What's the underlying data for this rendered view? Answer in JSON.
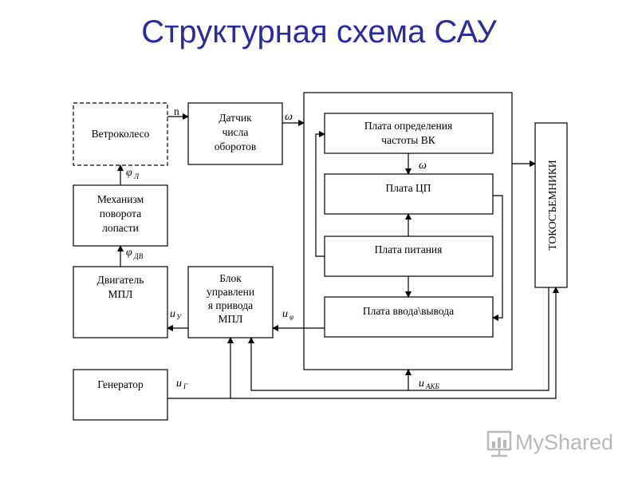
{
  "title": "Структурная схема САУ",
  "blocks": {
    "wind": "Ветроколесо",
    "sensor": [
      "Датчик",
      "числа",
      "оборотов"
    ],
    "mech": [
      "Механизм",
      "поворота",
      "лопасти"
    ],
    "motor": [
      "Двигатель",
      "МПЛ"
    ],
    "ctrl": [
      "Блок",
      "управлени",
      "я привода",
      "МПЛ"
    ],
    "gen": "Генератор",
    "freq": [
      "Плата определения",
      "частоты ВК"
    ],
    "cpu": "Плата ЦП",
    "power": "Плата питания",
    "io": "Плата ввода\\вывода",
    "collector": "ТОКОСЪЕМНИКИ"
  },
  "signals": {
    "n": "n",
    "omega1": "ω",
    "omega2": "ω",
    "phi_l": "φ",
    "phi_l_sub": "Л",
    "phi_dv": "φ",
    "phi_dv_sub": "ДВ",
    "u_y": "u",
    "u_y_sub": "У",
    "u_phi": "u",
    "u_phi_sub": "φ",
    "u_g": "u",
    "u_g_sub": "Г",
    "u_akb": "u",
    "u_akb_sub": "АКБ"
  },
  "watermark": "MyShared"
}
